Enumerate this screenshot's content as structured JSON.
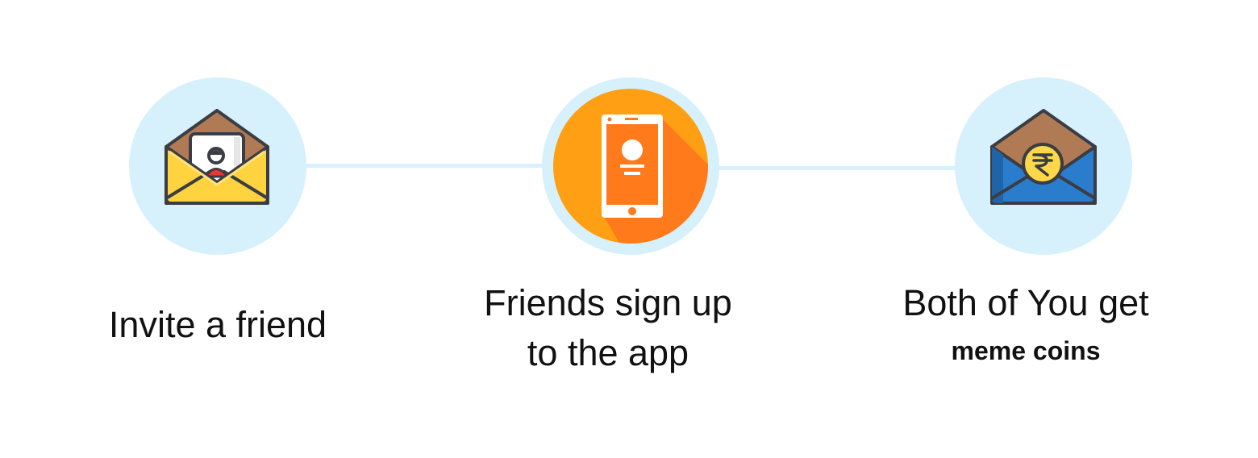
{
  "steps": [
    {
      "lines": [
        "Invite a friend"
      ],
      "icon": "envelope-contact-icon"
    },
    {
      "lines": [
        "Friends sign up",
        "to the app"
      ],
      "icon": "smartphone-icon"
    },
    {
      "lines": [
        "Both of You get",
        "meme coins"
      ],
      "icon": "envelope-rupee-icon"
    }
  ],
  "colors": {
    "circle_bg": "#d6f1fc",
    "connector": "#d9f1fc",
    "orange_main": "#ff9f14",
    "orange_shadow": "#ff7a1b",
    "envelope_yellow": "#ffd23f",
    "envelope_brown": "#b07a55",
    "envelope_blue": "#2a7ccd",
    "coin_yellow": "#ffd84a",
    "outline": "#3a3d43"
  }
}
